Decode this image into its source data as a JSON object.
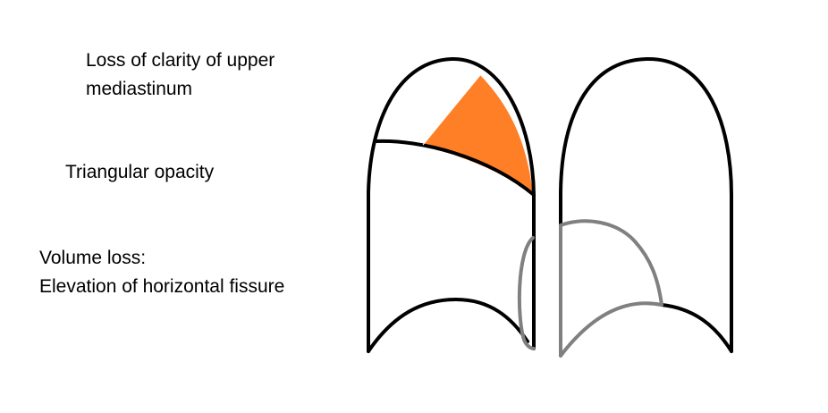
{
  "labels": {
    "mediastinum": [
      "Loss of clarity of upper",
      "mediastinum"
    ],
    "triangular": "Triangular opacity",
    "volume": [
      "Volume loss:",
      "Elevation of horizontal fissure"
    ]
  },
  "colors": {
    "outline": "#000000",
    "opacity": "#ff7f27",
    "heart": "#808080",
    "background": "#ffffff"
  }
}
